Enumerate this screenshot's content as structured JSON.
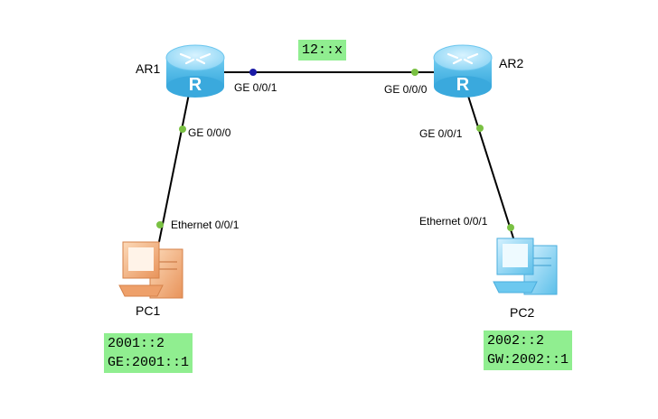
{
  "devices": {
    "ar1": {
      "name": "AR1",
      "type": "router-icon"
    },
    "ar2": {
      "name": "AR2",
      "type": "router-icon"
    },
    "pc1": {
      "name": "PC1",
      "type": "pc-icon"
    },
    "pc2": {
      "name": "PC2",
      "type": "pc-icon"
    }
  },
  "ports": {
    "ar1_ge001": "GE 0/0/1",
    "ar1_ge000": "GE 0/0/0",
    "ar2_ge000": "GE 0/0/0",
    "ar2_ge001": "GE 0/0/1",
    "pc1_eth": "Ethernet 0/0/1",
    "pc2_eth": "Ethernet 0/0/1"
  },
  "notes": {
    "link_net": "12::x",
    "pc1": [
      "2001::2",
      "GE:2001::1"
    ],
    "pc2": [
      "2002::2",
      "GW:2002::1"
    ]
  },
  "colors": {
    "router_body": "#5fc0ea",
    "pc1_body": "#f2a973",
    "pc2_body": "#7fd0f2",
    "note_bg": "#90ee90",
    "port_up": "#7ac143",
    "port_selected": "#1a1aa6"
  }
}
